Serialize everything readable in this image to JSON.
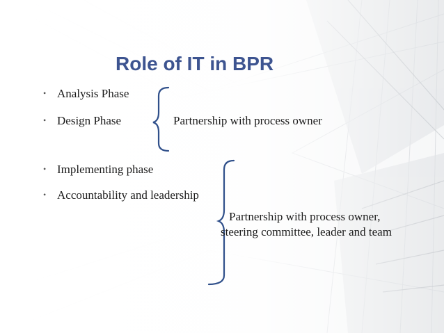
{
  "slide": {
    "title": "Role of IT in BPR",
    "bullet_glyph": "•",
    "bullets": [
      "Analysis Phase",
      "Design Phase",
      "Implementing phase",
      "Accountability and leadership"
    ],
    "group1_label": "Partnership with process owner",
    "group2_label_line1": "Partnership with process owner,",
    "group2_label_line2": "steering committee, leader and team",
    "title_color": "#3d5490",
    "brace_color": "#2f4f8a"
  }
}
